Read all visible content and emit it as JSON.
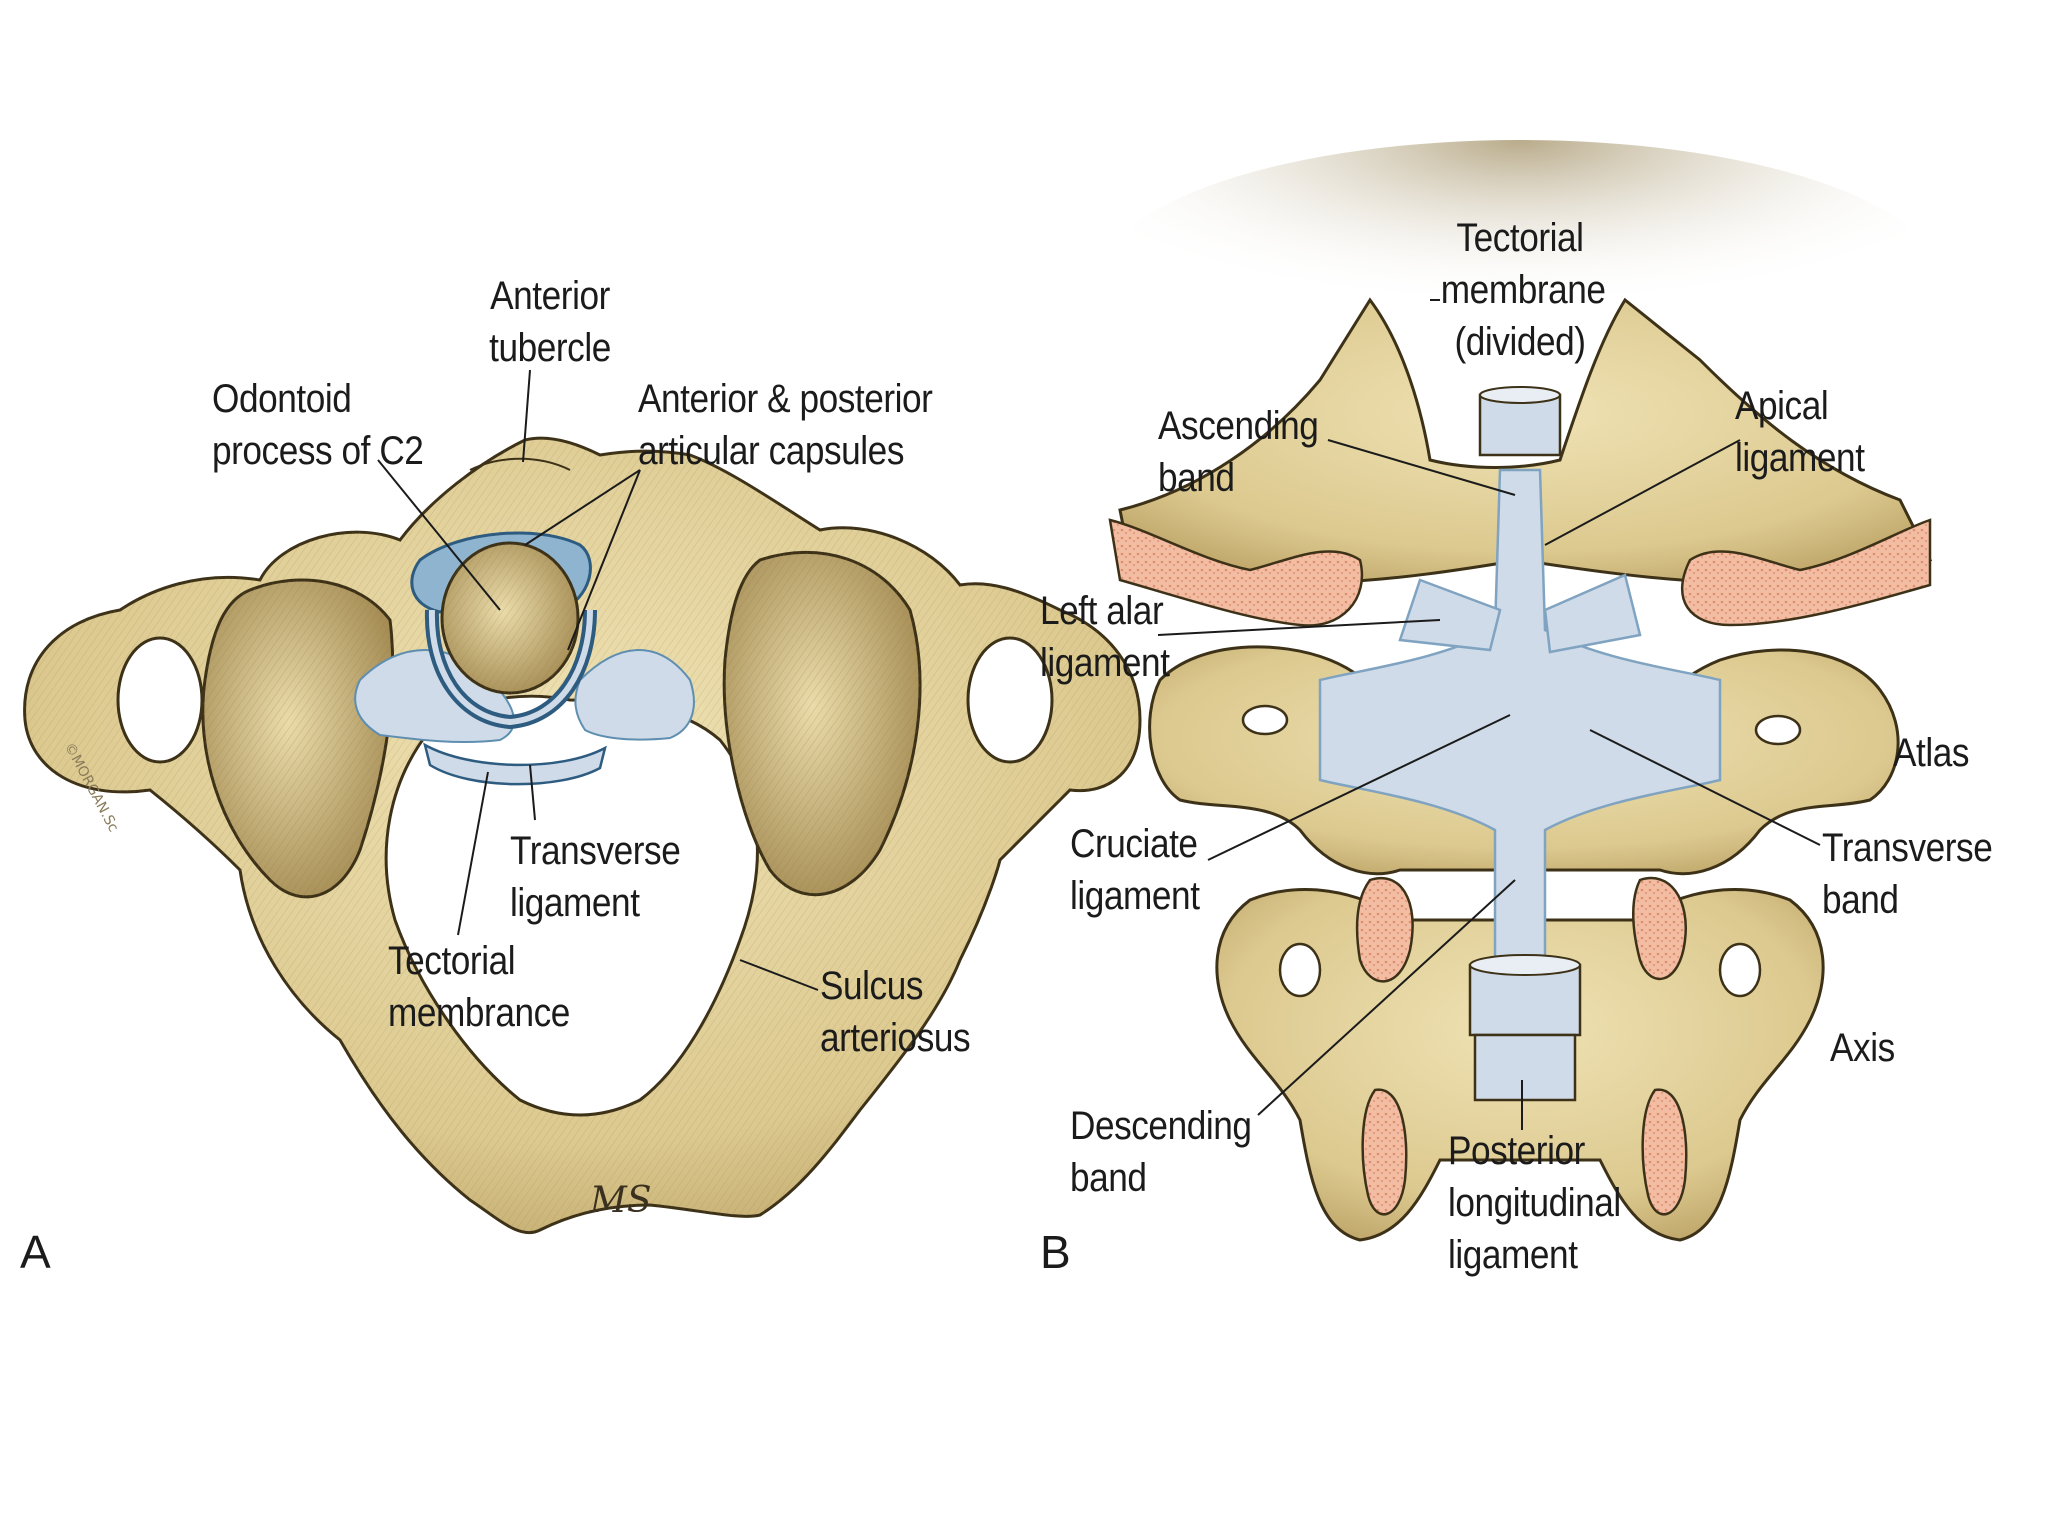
{
  "panel_a": {
    "letter": "A",
    "labels": {
      "anterior_tubercle": "Anterior\ntubercle",
      "odontoid_process": "Odontoid\nprocess of C2",
      "articular_capsules": "Anterior & posterior\narticular capsules",
      "transverse_ligament": "Transverse\nligament",
      "tectorial_membrance": "Tectorial\nmembrance",
      "sulcus_arteriosus": "Sulcus\narteriosus"
    },
    "signature": "MS",
    "copyright": "©MORGAN.Sc"
  },
  "panel_b": {
    "letter": "B",
    "labels": {
      "tectorial_membrane_divided": "Tectorial\nmembrane\n(divided)",
      "ascending_band": "Ascending\nband",
      "apical_ligament": "Apical\nligament",
      "left_alar_ligament": "Left alar\nligament",
      "atlas": "Atlas",
      "cruciate_ligament": "Cruciate\nligament",
      "transverse_band": "Transverse\nband",
      "axis": "Axis",
      "descending_band": "Descending\nband",
      "posterior_longitudinal_ligament": "Posterior\nlongitudinal\nligament"
    }
  },
  "colors": {
    "bone": "#e3d3a0",
    "bone_shade": "#c7b27a",
    "bone_outline": "#3d3218",
    "ligament": "#cfdbe8",
    "ligament_dark": "#5f8fb0",
    "marrow": "#efb49a",
    "leader": "#1b1b1b"
  }
}
